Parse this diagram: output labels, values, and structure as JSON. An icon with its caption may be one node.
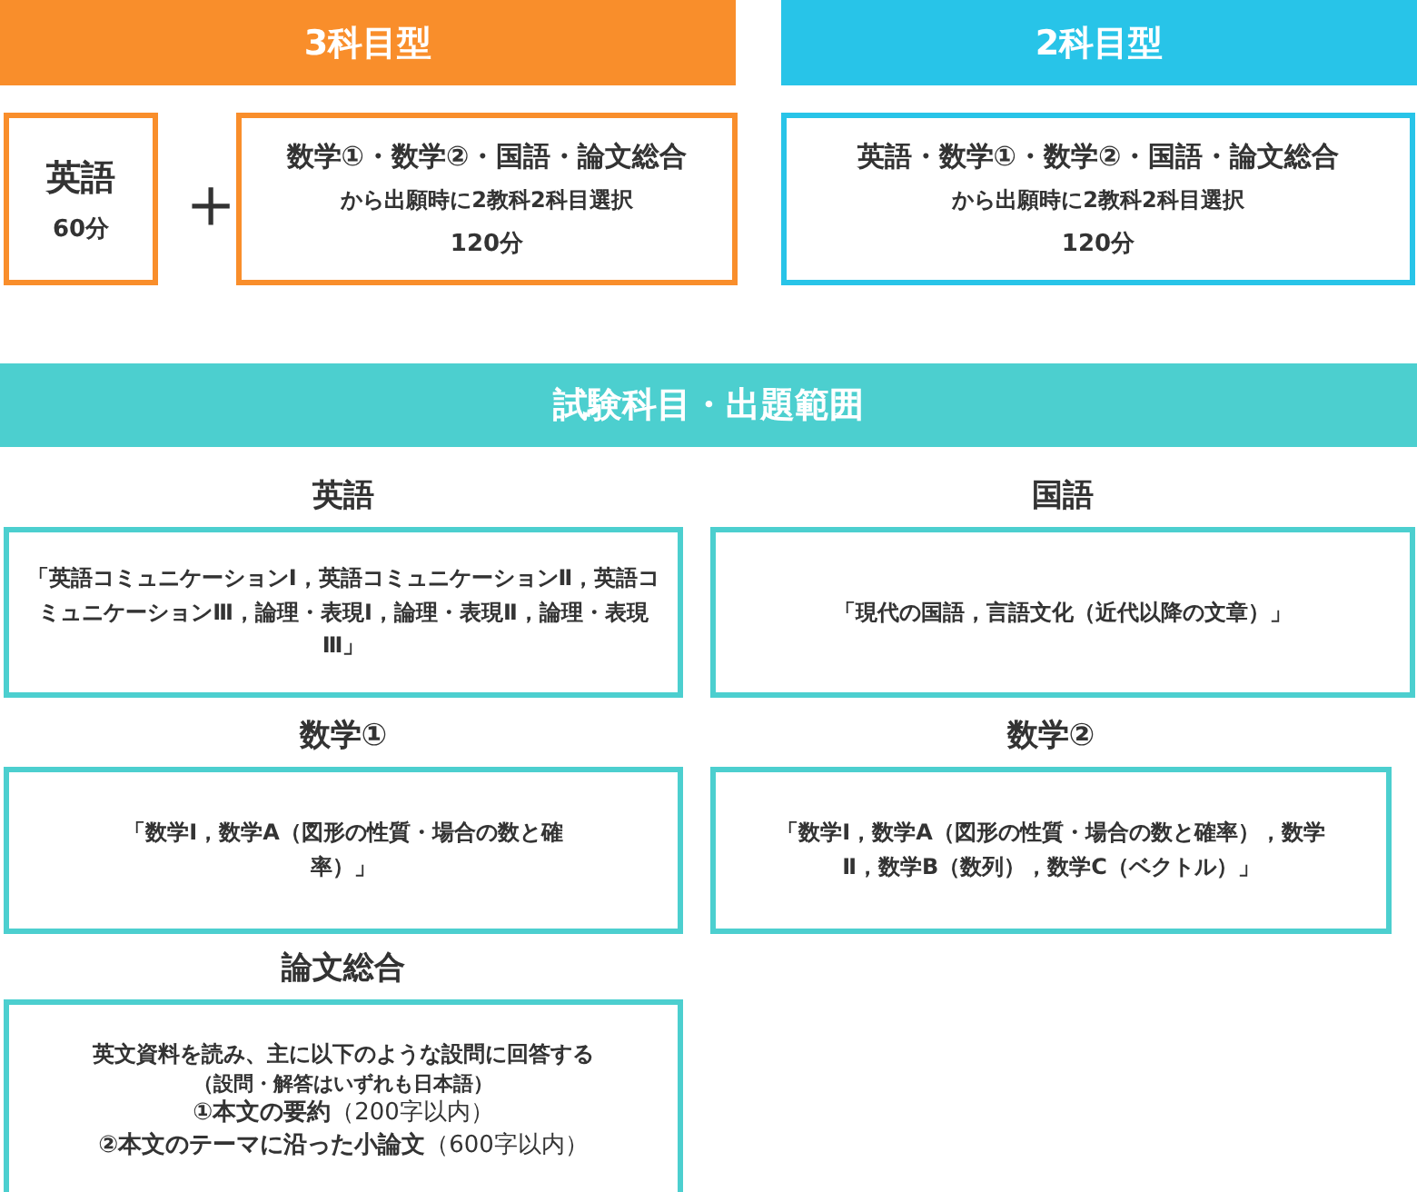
{
  "diagram": {
    "nodes": [
      {
        "text": [
          "3科目型"
        ]
      },
      {
        "text": [
          "英語",
          "60分"
        ]
      },
      {
        "text": [
          "数学①・数学②・国語・論文総合",
          "から出願時に2教科2科目選択",
          "120分"
        ]
      },
      {
        "text": [
          "2科目型"
        ]
      },
      {
        "text": [
          "英語・数学①・数学②・国語・論文総合",
          "から出願時に2教科2科目選択",
          "120分"
        ]
      },
      {
        "text": [
          "試験科目・出題範囲"
        ]
      },
      {
        "text": [
          "英語",
          "「英語コミュニケーションⅠ，英語コミュニケーションⅡ，英語コミュニケーションⅢ，論理・表現Ⅰ，論理・表現Ⅱ，論理・表現Ⅲ」"
        ]
      },
      {
        "text": [
          "国語",
          "「現代の国語，言語文化（近代以降の文章）」"
        ]
      },
      {
        "text": [
          "数学①",
          "「数学Ⅰ，数学A（図形の性質・場合の数と確率）」"
        ]
      },
      {
        "text": [
          "数学②",
          "「数学Ⅰ，数学A（図形の性質・場合の数と確率），数学Ⅱ，数学B（数列），数学C（ベクトル）」"
        ]
      },
      {
        "text": [
          "論文総合",
          "英文資料を読み、主に以下のような設問に回答する",
          "（設問・解答はいずれも日本語）",
          "**①本文の要約**（200字以内）",
          "**②本文のテーマに沿った小論文**（600字以内）"
        ]
      }
    ],
    "labels": [
      "＋"
    ]
  }
}
